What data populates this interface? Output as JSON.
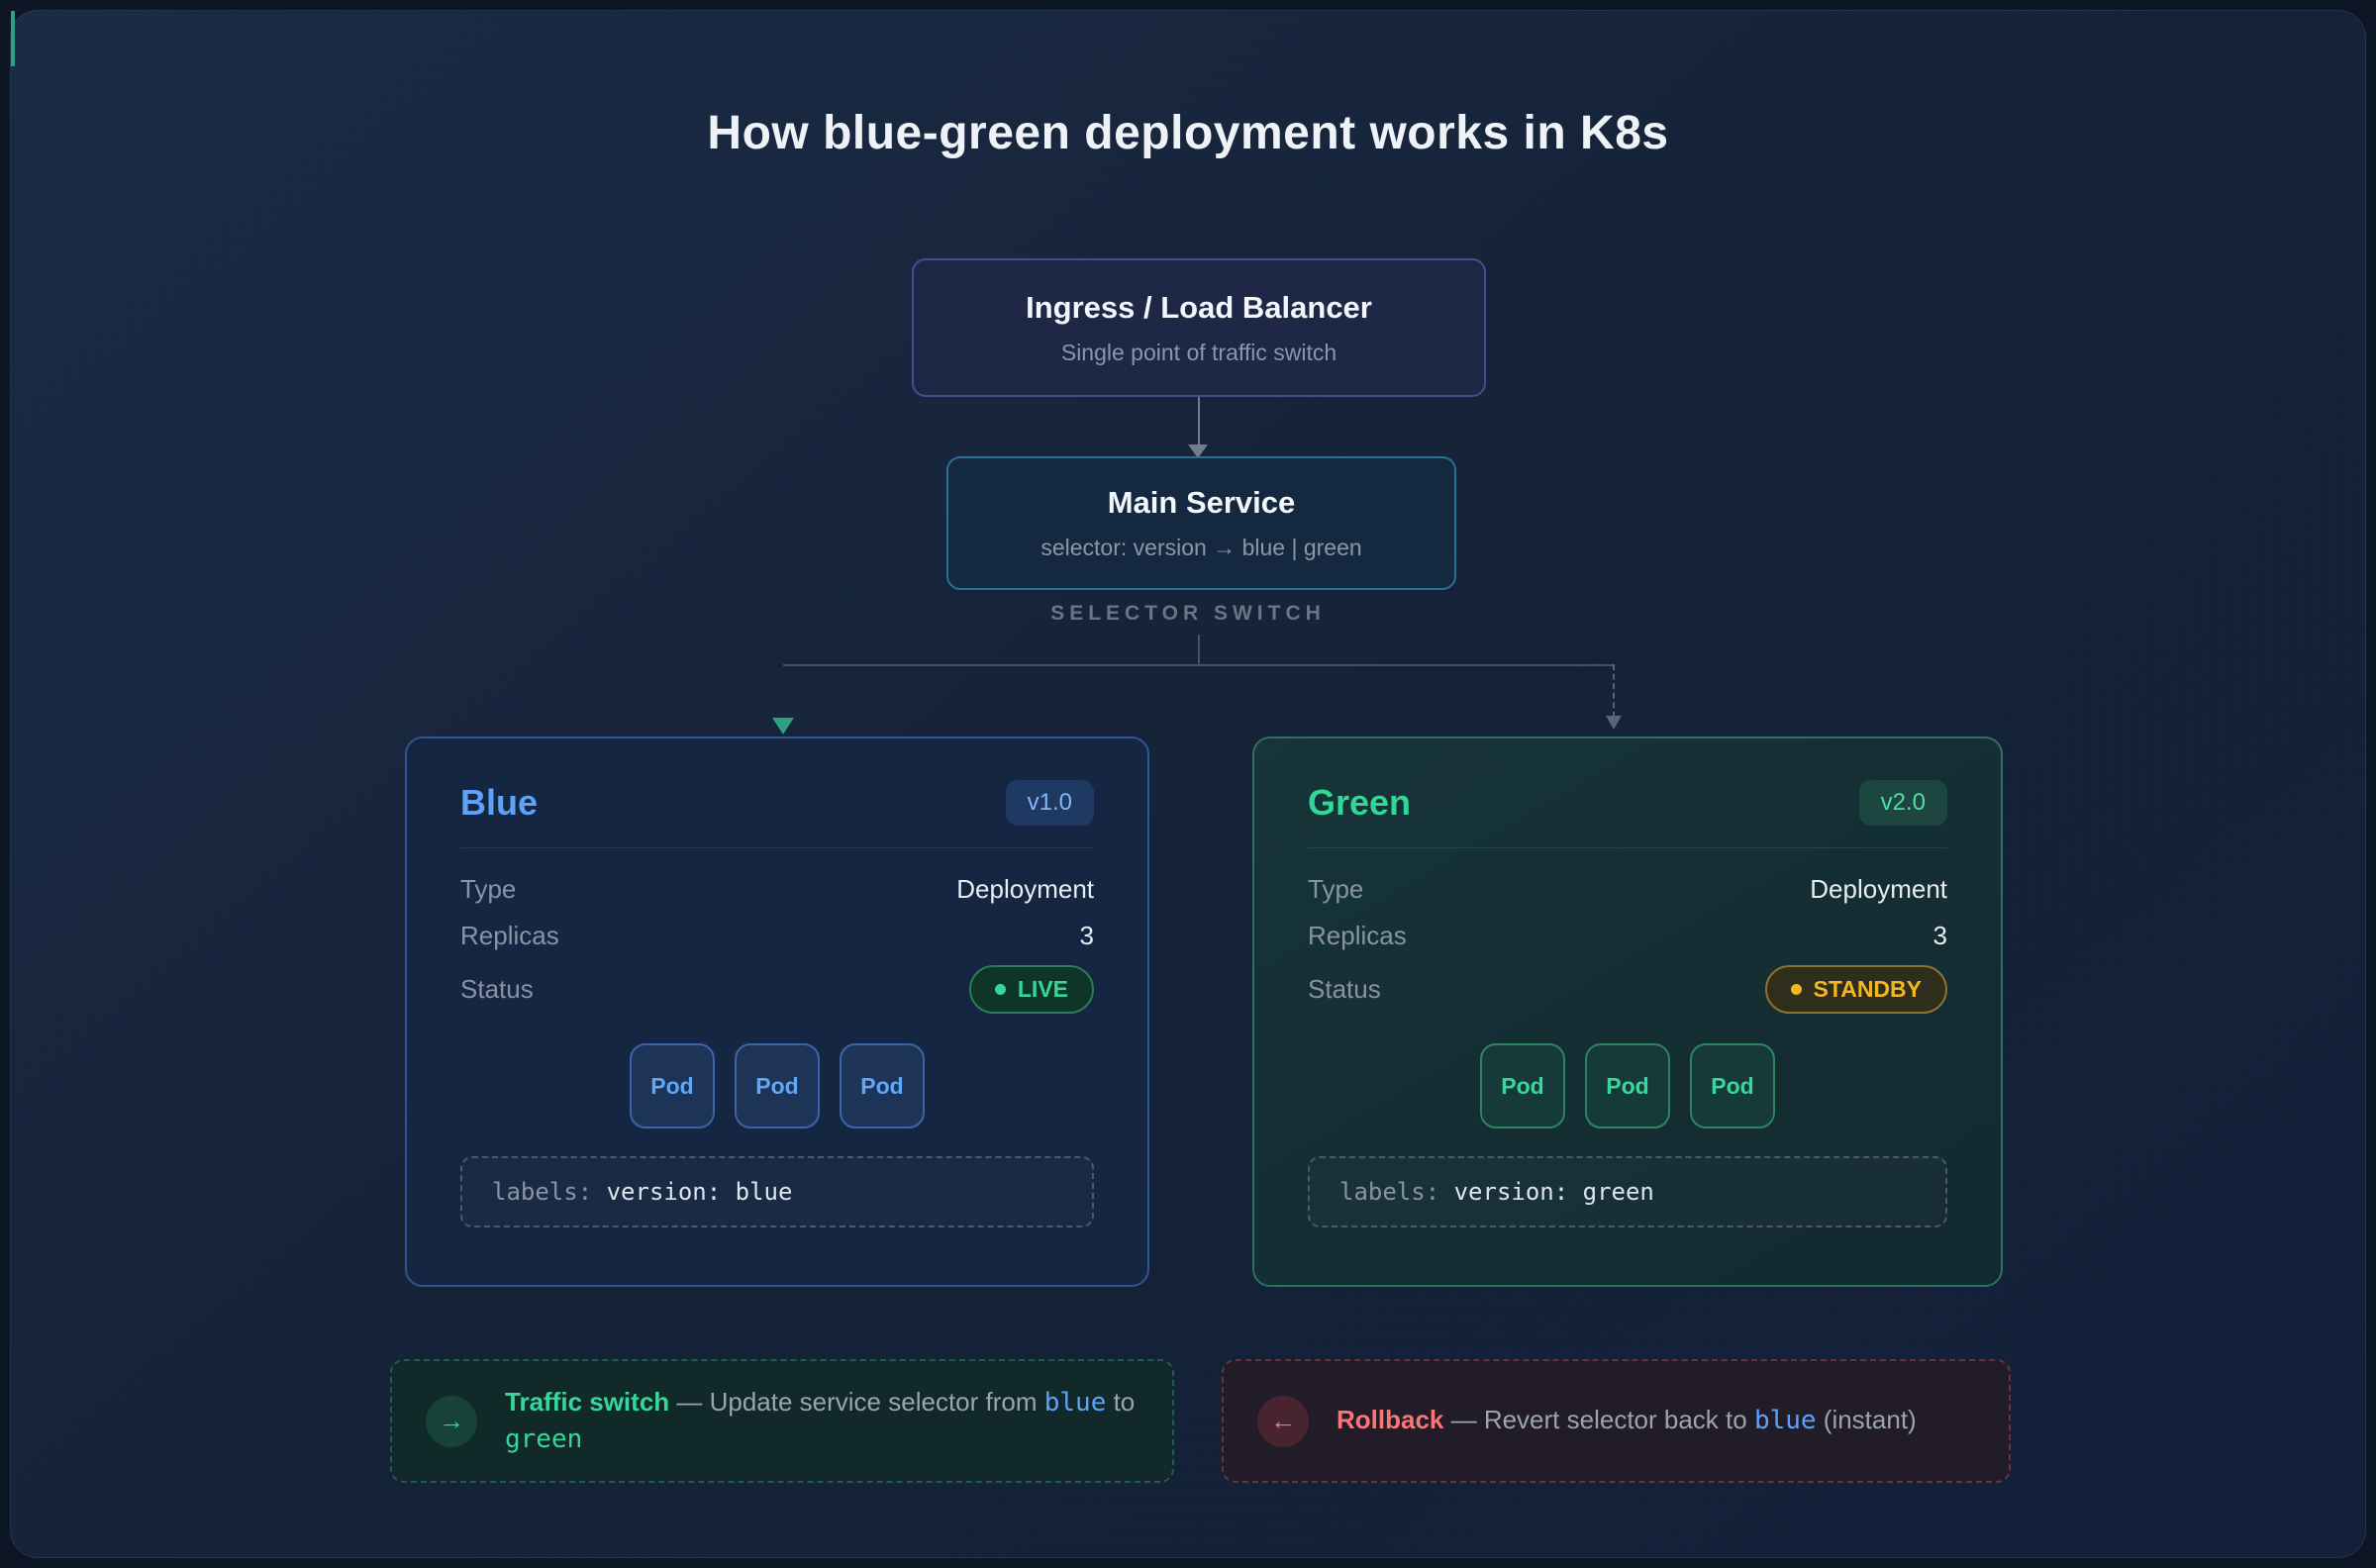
{
  "page": {
    "title": "How blue-green deployment works in K8s"
  },
  "ingress": {
    "title": "Ingress / Load Balancer",
    "subtitle": "Single point of traffic switch"
  },
  "service": {
    "title": "Main Service",
    "subtitle": "selector: version → blue | green",
    "switch_label": "SELECTOR SWITCH"
  },
  "cards": {
    "blue": {
      "name": "Blue",
      "version": "v1.0",
      "type_label": "Type",
      "type_value": "Deployment",
      "replicas_label": "Replicas",
      "replicas_value": "3",
      "status_label": "Status",
      "status_value": "LIVE",
      "pods": [
        "Pod",
        "Pod",
        "Pod"
      ],
      "labels_key": "labels: ",
      "labels_value": "version: blue",
      "accent": "#5ea3f8"
    },
    "green": {
      "name": "Green",
      "version": "v2.0",
      "type_label": "Type",
      "type_value": "Deployment",
      "replicas_label": "Replicas",
      "replicas_value": "3",
      "status_label": "Status",
      "status_value": "STANDBY",
      "pods": [
        "Pod",
        "Pod",
        "Pod"
      ],
      "labels_key": "labels: ",
      "labels_value": "version: green",
      "accent": "#32d796"
    }
  },
  "notes": {
    "traffic": {
      "icon": "→",
      "title": "Traffic switch",
      "body_pre": " — Update service selector from ",
      "code_from": "blue",
      "body_mid": " to ",
      "code_to": "green"
    },
    "rollback": {
      "icon": "←",
      "title": "Rollback",
      "body_pre": " — Revert selector back to ",
      "code_target": "blue",
      "body_post": " (instant)"
    }
  },
  "colors": {
    "background": "#15233a",
    "accent_blue": "#5ea3f8",
    "accent_green": "#35d79a",
    "status_live": "#35d79a",
    "status_standby": "#f2b822",
    "rollback_red": "#f87676",
    "ingress_border": "#4c4b90",
    "service_border": "#2d7096"
  }
}
